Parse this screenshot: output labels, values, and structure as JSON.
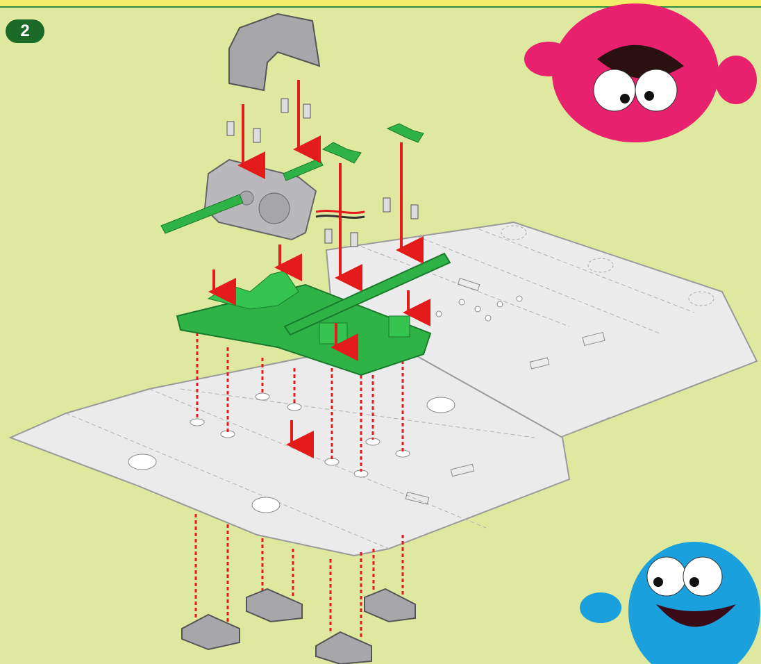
{
  "step": {
    "number": "2"
  },
  "colors": {
    "background": "#dfe89f",
    "cardboard": "#e8e8e8",
    "cardboard_line": "#9a9a9a",
    "plastic_green": "#2fb347",
    "motor_grey": "#b9b9bd",
    "arrow_red": "#e41b1b",
    "pink_monster": "#e8216e",
    "blue_monster": "#1aa0dc",
    "badge": "#1c6a28"
  },
  "illustration": {
    "parts": [
      "motor-cover",
      "gear-motor",
      "axle",
      "chassis-base",
      "cardboard-body-flat",
      "feet"
    ],
    "characters": [
      "pink-monster",
      "blue-monster"
    ]
  }
}
